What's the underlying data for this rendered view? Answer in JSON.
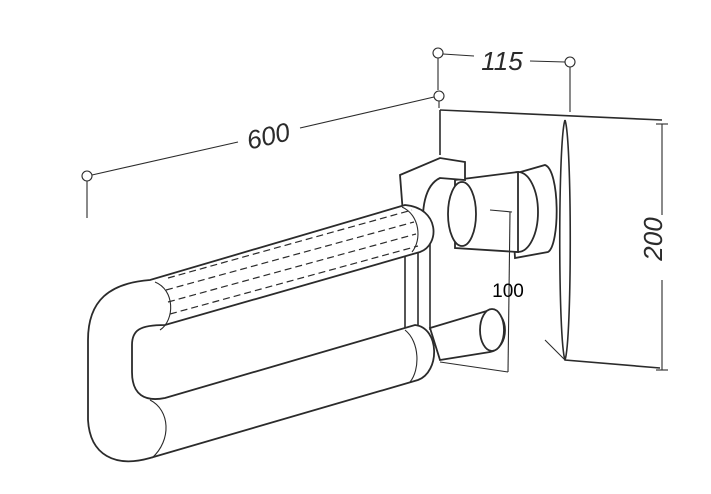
{
  "dimensions": {
    "length": "600",
    "offset": "115",
    "plate_height": "200",
    "bar_spacing": "100"
  }
}
